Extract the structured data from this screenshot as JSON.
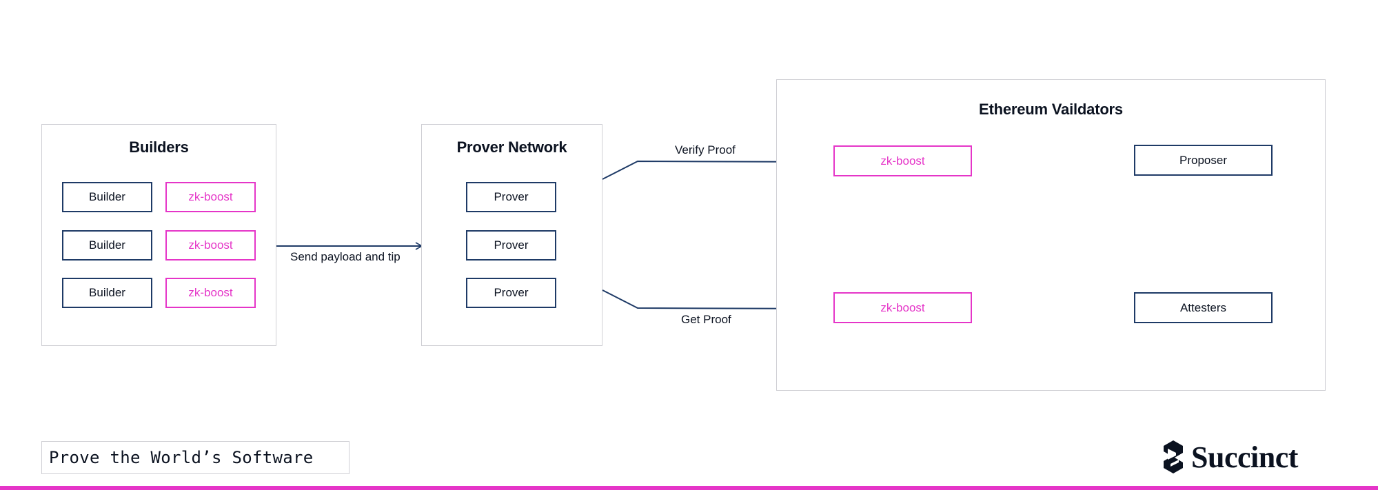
{
  "colors": {
    "navy": "#1e3a66",
    "pink": "#e535c8",
    "panel_border": "#cfcfd4",
    "text": "#0b1220"
  },
  "builders": {
    "title": "Builders",
    "rows": [
      {
        "builder": "Builder",
        "boost": "zk-boost"
      },
      {
        "builder": "Builder",
        "boost": "zk-boost"
      },
      {
        "builder": "Builder",
        "boost": "zk-boost"
      }
    ]
  },
  "prover_network": {
    "title": "Prover Network",
    "provers": [
      "Prover",
      "Prover",
      "Prover"
    ]
  },
  "validators": {
    "title": "Ethereum Vaildators",
    "top_boost": "zk-boost",
    "top_target": "Proposer",
    "bottom_boost": "zk-boost",
    "bottom_target": "Attesters"
  },
  "edges": {
    "send": "Send payload and tip",
    "verify": "Verify Proof",
    "get": "Get Proof"
  },
  "footer": {
    "tagline": "Prove the World’s Software",
    "logo_text": "Succinct",
    "logo_icon": "succinct-logo-icon"
  }
}
